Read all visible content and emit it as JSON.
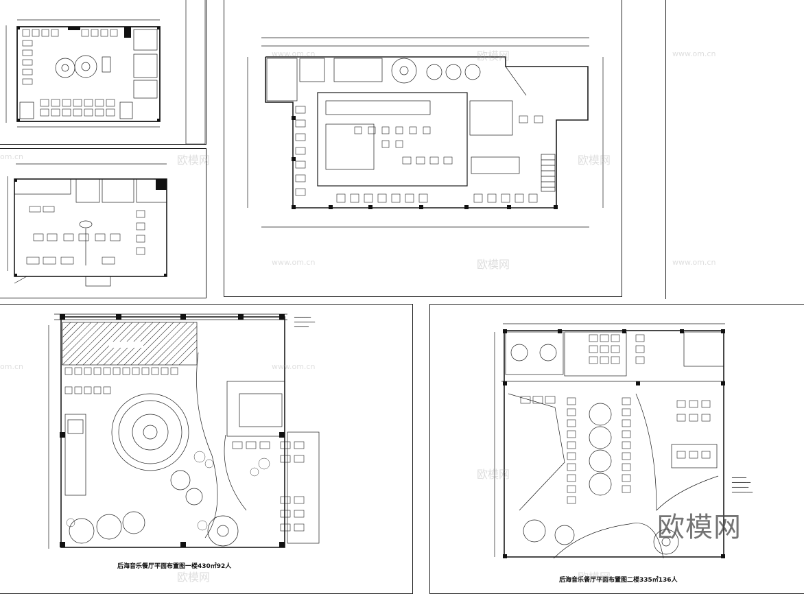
{
  "sheets": {
    "floor2_caption": "后海音乐餐厅平面布置图二楼335㎡136人",
    "floor1_caption": "后海音乐餐厅平面布置图一楼430㎡92人"
  },
  "watermarks": {
    "brand_cn": "欧模网",
    "domain": "www.om.cn",
    "domain_short": "om.cn"
  },
  "colors": {
    "line": "#1a1a1a",
    "wall": "#111111",
    "watermark": "#a0a0a0"
  }
}
